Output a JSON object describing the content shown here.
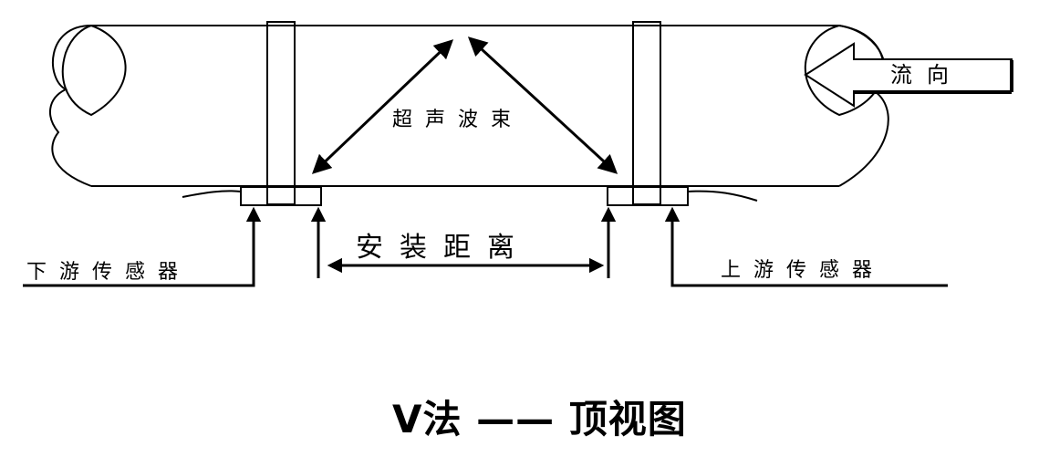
{
  "diagram": {
    "labels": {
      "ultrasonic_beam": "超声波束",
      "install_distance": "安装距离",
      "flow_direction": "流向",
      "downstream_sensor": "下游传感器",
      "upstream_sensor": "上游传感器",
      "title": "V法 —— 顶视图"
    },
    "colors": {
      "line": "#000000",
      "background": "#ffffff"
    }
  }
}
